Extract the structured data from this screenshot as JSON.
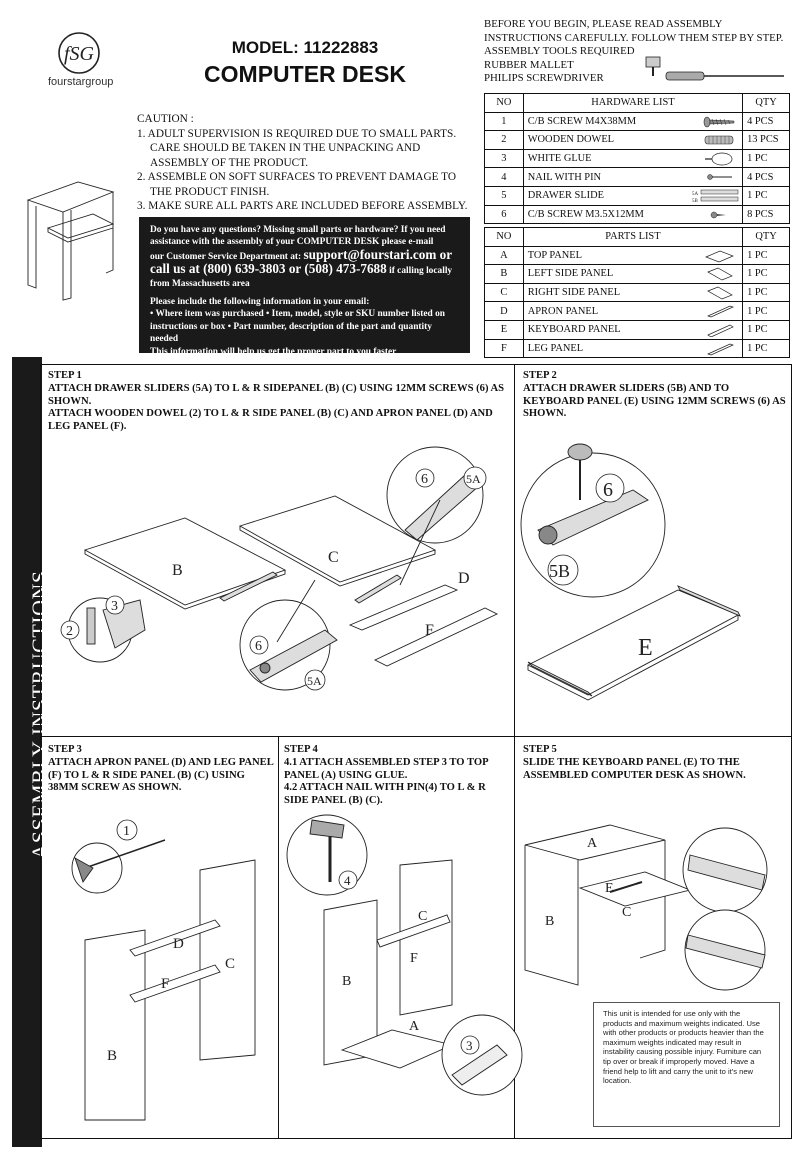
{
  "brand": {
    "logo_mark": "fSG",
    "name": "fourstargroup"
  },
  "title": {
    "model": "MODEL: 11222883",
    "product": "COMPUTER DESK"
  },
  "caution": {
    "heading": "CAUTION :",
    "items": [
      "1. ADULT SUPERVISION IS REQUIRED DUE TO SMALL PARTS. CARE SHOULD BE TAKEN IN THE UNPACKING AND ASSEMBLY OF THE PRODUCT.",
      "2. ASSEMBLE ON SOFT SURFACES TO PREVENT DAMAGE TO THE PRODUCT FINISH.",
      "3. MAKE SURE ALL PARTS ARE INCLUDED BEFORE ASSEMBLY."
    ]
  },
  "intro": {
    "line1": "BEFORE YOU BEGIN, PLEASE READ ASSEMBLY",
    "line2": "INSTRUCTIONS CAREFULLY. FOLLOW THEM STEP BY STEP.",
    "tools_heading": "ASSEMBLY TOOLS REQUIRED",
    "tool1": "RUBBER MALLET",
    "tool2": "PHILIPS SCREWDRIVER"
  },
  "contact": {
    "line1": "Do you have any questions? Missing small parts or hardware? If you need",
    "line2": "assistance with the assembly of your COMPUTER DESK please e-mail",
    "line3": "our Customer Service Department at:",
    "email": "support@fourstari.com or",
    "phone": "call us at (800) 639-3803 or (508) 473-7688",
    "phone_note": "if calling locally",
    "line4": "from Massachusetts area",
    "line5": "Please include the following information in your email:",
    "line6": "• Where item was purchased • Item, model, style or SKU number listed on",
    "line7": "instructions or box • Part number, description of the part and quantity needed",
    "line8": "This information will help us get the proper part to you faster"
  },
  "hardware_table": {
    "headers": [
      "NO",
      "HARDWARE LIST",
      "QTY"
    ],
    "rows": [
      {
        "no": "1",
        "name": "C/B SCREW M4X38mm",
        "qty": "4 PCS",
        "icon": "long-screw-icon"
      },
      {
        "no": "2",
        "name": "WOODEN DOWEL",
        "qty": "13 PCS",
        "icon": "dowel-icon"
      },
      {
        "no": "3",
        "name": "WHITE GLUE",
        "qty": "1 PC",
        "icon": "glue-bottle-icon"
      },
      {
        "no": "4",
        "name": "NAIL WITH PIN",
        "qty": "4 PCS",
        "icon": "nail-icon"
      },
      {
        "no": "5",
        "name": "DRAWER SLIDE",
        "qty": "1 PC",
        "icon": "drawer-slide-icon"
      },
      {
        "no": "6",
        "name": "C/B SCREW M3.5X12mm",
        "qty": "8 PCS",
        "icon": "short-screw-icon"
      }
    ],
    "slide_labels": [
      "5A",
      "5B"
    ]
  },
  "parts_table": {
    "headers": [
      "NO",
      "PARTS LIST",
      "QTY"
    ],
    "rows": [
      {
        "no": "A",
        "name": "TOP PANEL",
        "qty": "1 PC"
      },
      {
        "no": "B",
        "name": "LEFT SIDE PANEL",
        "qty": "1 PC"
      },
      {
        "no": "C",
        "name": "RIGHT SIDE PANEL",
        "qty": "1 PC"
      },
      {
        "no": "D",
        "name": "APRON PANEL",
        "qty": "1 PC"
      },
      {
        "no": "E",
        "name": "KEYBOARD PANEL",
        "qty": "1 PC"
      },
      {
        "no": "F",
        "name": "LEG PANEL",
        "qty": "1 PC"
      }
    ]
  },
  "sidebar": {
    "label": "ASSEMBLY INSTRUCTIONS"
  },
  "steps": {
    "s1": {
      "title": "STEP 1",
      "text1": "ATTACH DRAWER SLIDERS (5A) TO L & R SIDEPANEL (B) (C) USING 12mm SCREWS (6) AS SHOWN.",
      "text2": "ATTACH WOODEN DOWEL (2) TO L & R SIDE PANEL (B) (C) AND APRON PANEL (D) AND LEG PANEL (F)."
    },
    "s2": {
      "title": "STEP 2",
      "text1": "ATTACH DRAWER SLIDERS (5B) AND TO KEYBOARD PANEL (E) USING 12mm SCREWS (6) AS SHOWN."
    },
    "s3": {
      "title": "STEP 3",
      "text1": "ATTACH APRON PANEL (D) AND LEG PANEL (F) TO L & R SIDE PANEL (B) (C) USING 38mm SCREW AS SHOWN."
    },
    "s4": {
      "title": "STEP 4",
      "text1": "4.1 ATTACH ASSEMBLED STEP 3 TO TOP PANEL (A) USING GLUE.",
      "text2": "4.2 ATTACH NAIL WITH PIN(4) TO L & R SIDE PANEL (B) (C)."
    },
    "s5": {
      "title": "STEP 5",
      "text1": "SLIDE THE KEYBOARD PANEL (E) TO THE ASSEMBLED COMPUTER DESK AS SHOWN."
    }
  },
  "labels": {
    "A": "A",
    "B": "B",
    "C": "C",
    "D": "D",
    "E": "E",
    "F": "F",
    "n1": "1",
    "n2": "2",
    "n3": "3",
    "n4": "4",
    "n6": "6",
    "n5A": "5A",
    "n5B": "5B"
  },
  "warning": {
    "text": "This unit is intended for use only with the products and maximum weights indicated. Use with other products or products heavier than the maximum weights indicated may result in instability causing possible injury. Furniture can tip over or break if improperly moved. Have a friend help to lift and carry the unit to it's new location."
  }
}
